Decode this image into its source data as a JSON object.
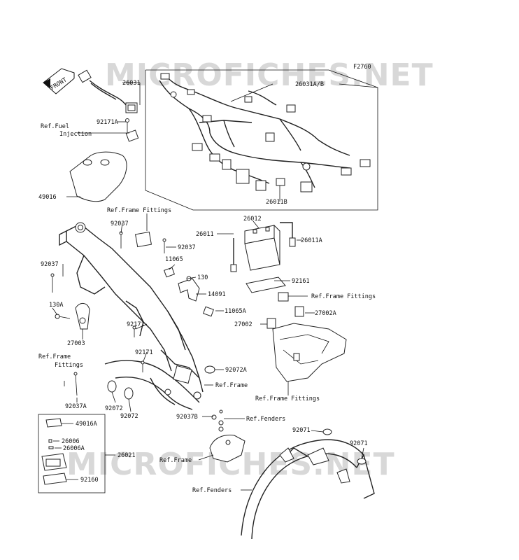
{
  "diagram": {
    "figure_code": "F2760",
    "watermark": "MICROFICHES.NET",
    "front_arrow_label": "FRONT",
    "part_numbers": {
      "p26031": "26031",
      "p26031ab": "26031A/B",
      "p92171a": "92171A",
      "p49016": "49016",
      "p26011b": "26011B",
      "p92037_top": "92037",
      "p92037_right": "92037",
      "p92037_left": "92037",
      "p26011": "26011",
      "p26012": "26012",
      "p26011a": "26011A",
      "p11065": "11065",
      "p130": "130",
      "p14091": "14091",
      "p11065a": "11065A",
      "p130a": "130A",
      "p27003": "27003",
      "p92171_1": "92171",
      "p92171_2": "92171",
      "p92161": "92161",
      "p27002a": "27002A",
      "p27002": "27002",
      "p92072a": "92072A",
      "p92037a": "92037A",
      "p92072_1": "92072",
      "p92072_2": "92072",
      "p92037b": "92037B",
      "p49016a": "49016A",
      "p26006": "26006",
      "p26006a": "26006A",
      "p26021": "26021",
      "p92160": "92160",
      "p92071_1": "92071",
      "p92071_2": "92071"
    },
    "references": {
      "fuel_line1": "Ref.Fuel",
      "fuel_line2": "Injection",
      "frame_fittings_top": "Ref.Frame Fittings",
      "frame_fittings_right": "Ref.Frame Fittings",
      "frame_fittings_bottom": "Ref.Frame Fittings",
      "frame_fittings_left1": "Ref.Frame",
      "frame_fittings_left2": "Fittings",
      "frame_mid": "Ref.Frame",
      "frame_low": "Ref.Frame",
      "fenders_mid": "Ref.Fenders",
      "fenders_low": "Ref.Fenders"
    }
  }
}
